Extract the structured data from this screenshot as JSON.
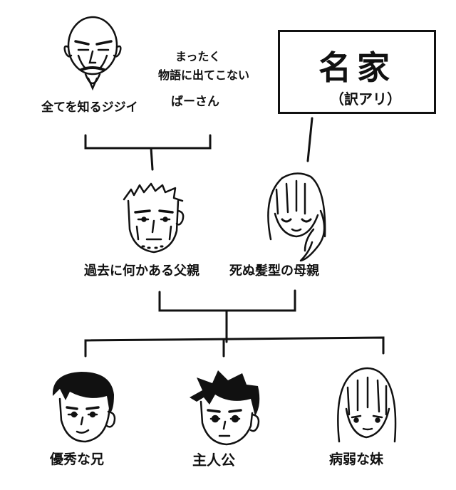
{
  "title_box": {
    "main": "名家",
    "sub": "（訳アリ）"
  },
  "people": {
    "grandfather": {
      "label": "全てを知るジジイ"
    },
    "grandmother": {
      "label_line1": "まったく",
      "label_line2": "物語に出てこない",
      "label_line3": "ばーさん"
    },
    "father": {
      "label": "過去に何かある父親"
    },
    "mother": {
      "label": "死ぬ髪型の母親"
    },
    "brother": {
      "label": "優秀な兄"
    },
    "protagonist": {
      "label": "主人公"
    },
    "sister": {
      "label": "病弱な妹"
    }
  },
  "colors": {
    "ink": "#111111",
    "background": "#ffffff"
  }
}
